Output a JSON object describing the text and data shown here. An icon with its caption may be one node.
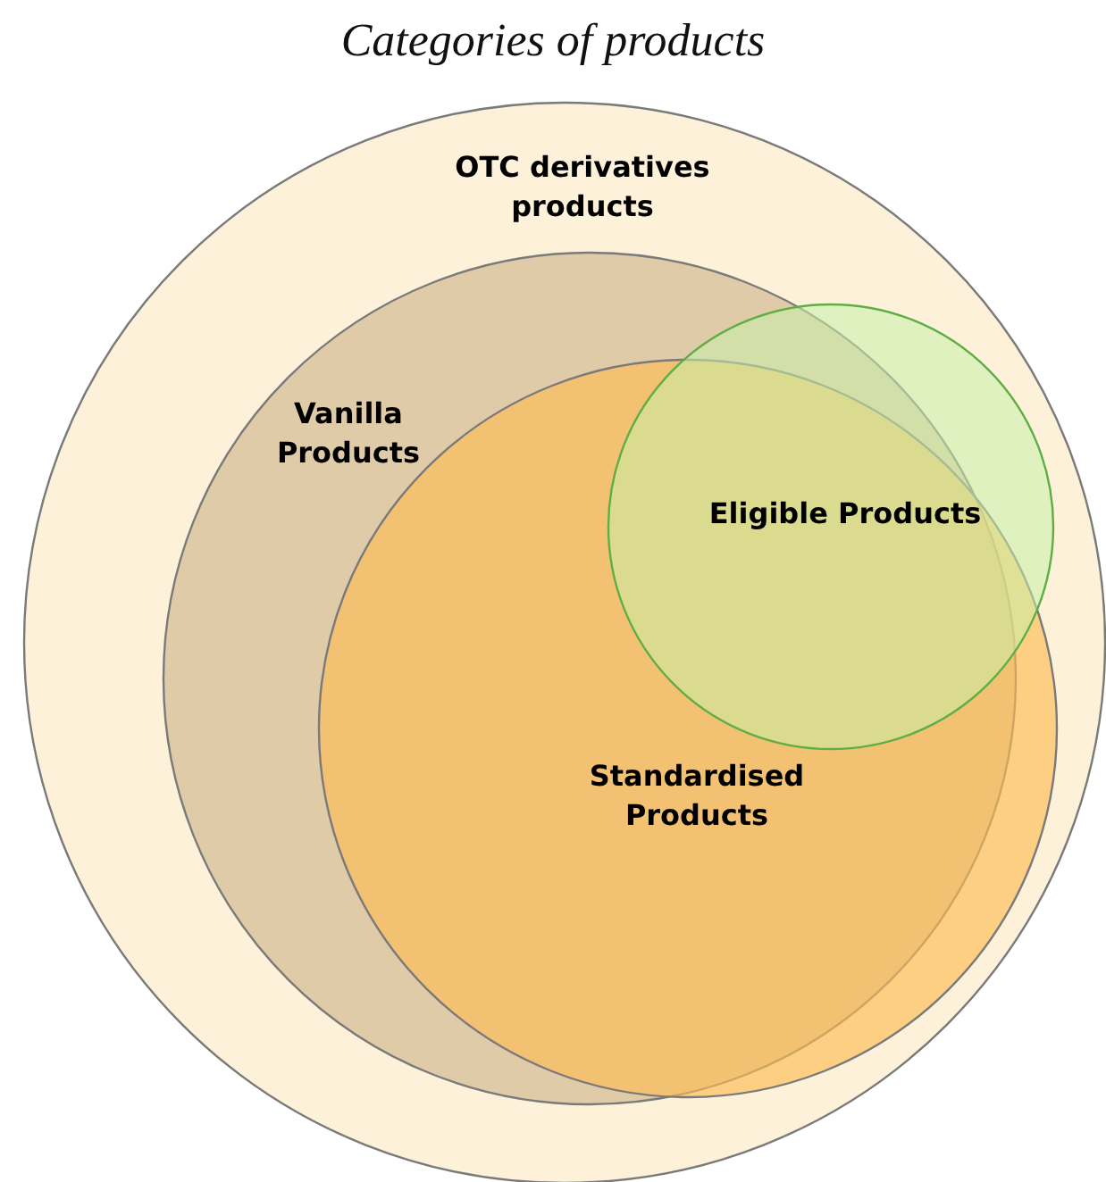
{
  "diagram": {
    "title": "Categories of products",
    "nodes": [
      {
        "text": [
          "OTC derivatives products"
        ]
      },
      {
        "text": [
          "Vanilla Products"
        ],
        "in": 0
      },
      {
        "text": [
          "Standardised Products"
        ],
        "in": 0
      },
      {
        "text": [
          "Eligible Products"
        ],
        "in": 0
      }
    ],
    "edges": []
  }
}
